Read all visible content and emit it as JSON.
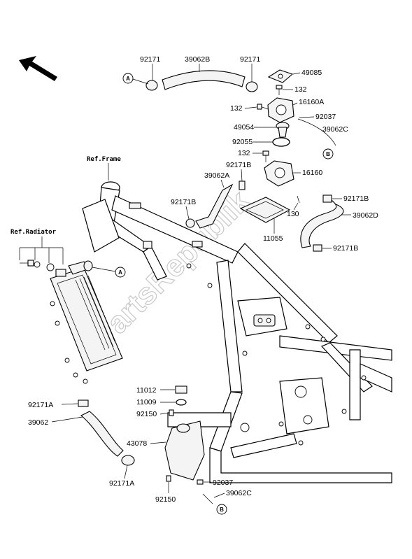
{
  "watermark": "PartsRepublik",
  "refs": {
    "frame": "Ref.Frame",
    "radiator": "Ref.Radiator"
  },
  "connectors": {
    "a": "A",
    "b": "B"
  },
  "labels": {
    "l92171_top_left": "92171",
    "l39062b": "39062B",
    "l92171_top_right": "92171",
    "l49085": "49085",
    "l132_top": "132",
    "l16160a": "16160A",
    "l132_mid_left": "132",
    "l92037_top": "92037",
    "l49054": "49054",
    "l39062c_top": "39062C",
    "l92055": "92055",
    "l132_lower": "132",
    "l92171b_a": "92171B",
    "l39062a": "39062A",
    "l16160": "16160",
    "l92171b_left": "92171B",
    "l92171b_right": "92171B",
    "l130": "130",
    "l39062d": "39062D",
    "l11055": "11055",
    "l92171b_bottom": "92171B",
    "l92171a_top": "92171A",
    "l39062": "39062",
    "l92171a_bottom": "92171A",
    "l11012": "11012",
    "l11009": "11009",
    "l92150_top": "92150",
    "l43078": "43078",
    "l92037_bottom": "92037",
    "l92150_bottom": "92150",
    "l39062c_bottom": "39062C"
  }
}
